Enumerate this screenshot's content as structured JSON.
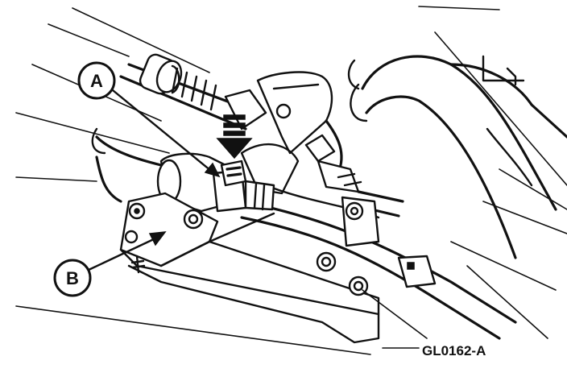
{
  "callouts": {
    "a": {
      "label": "A"
    },
    "b": {
      "label": "B"
    }
  },
  "figure_id": "GL0162-A",
  "colors": {
    "ink": "#111111",
    "paper": "#ffffff"
  }
}
